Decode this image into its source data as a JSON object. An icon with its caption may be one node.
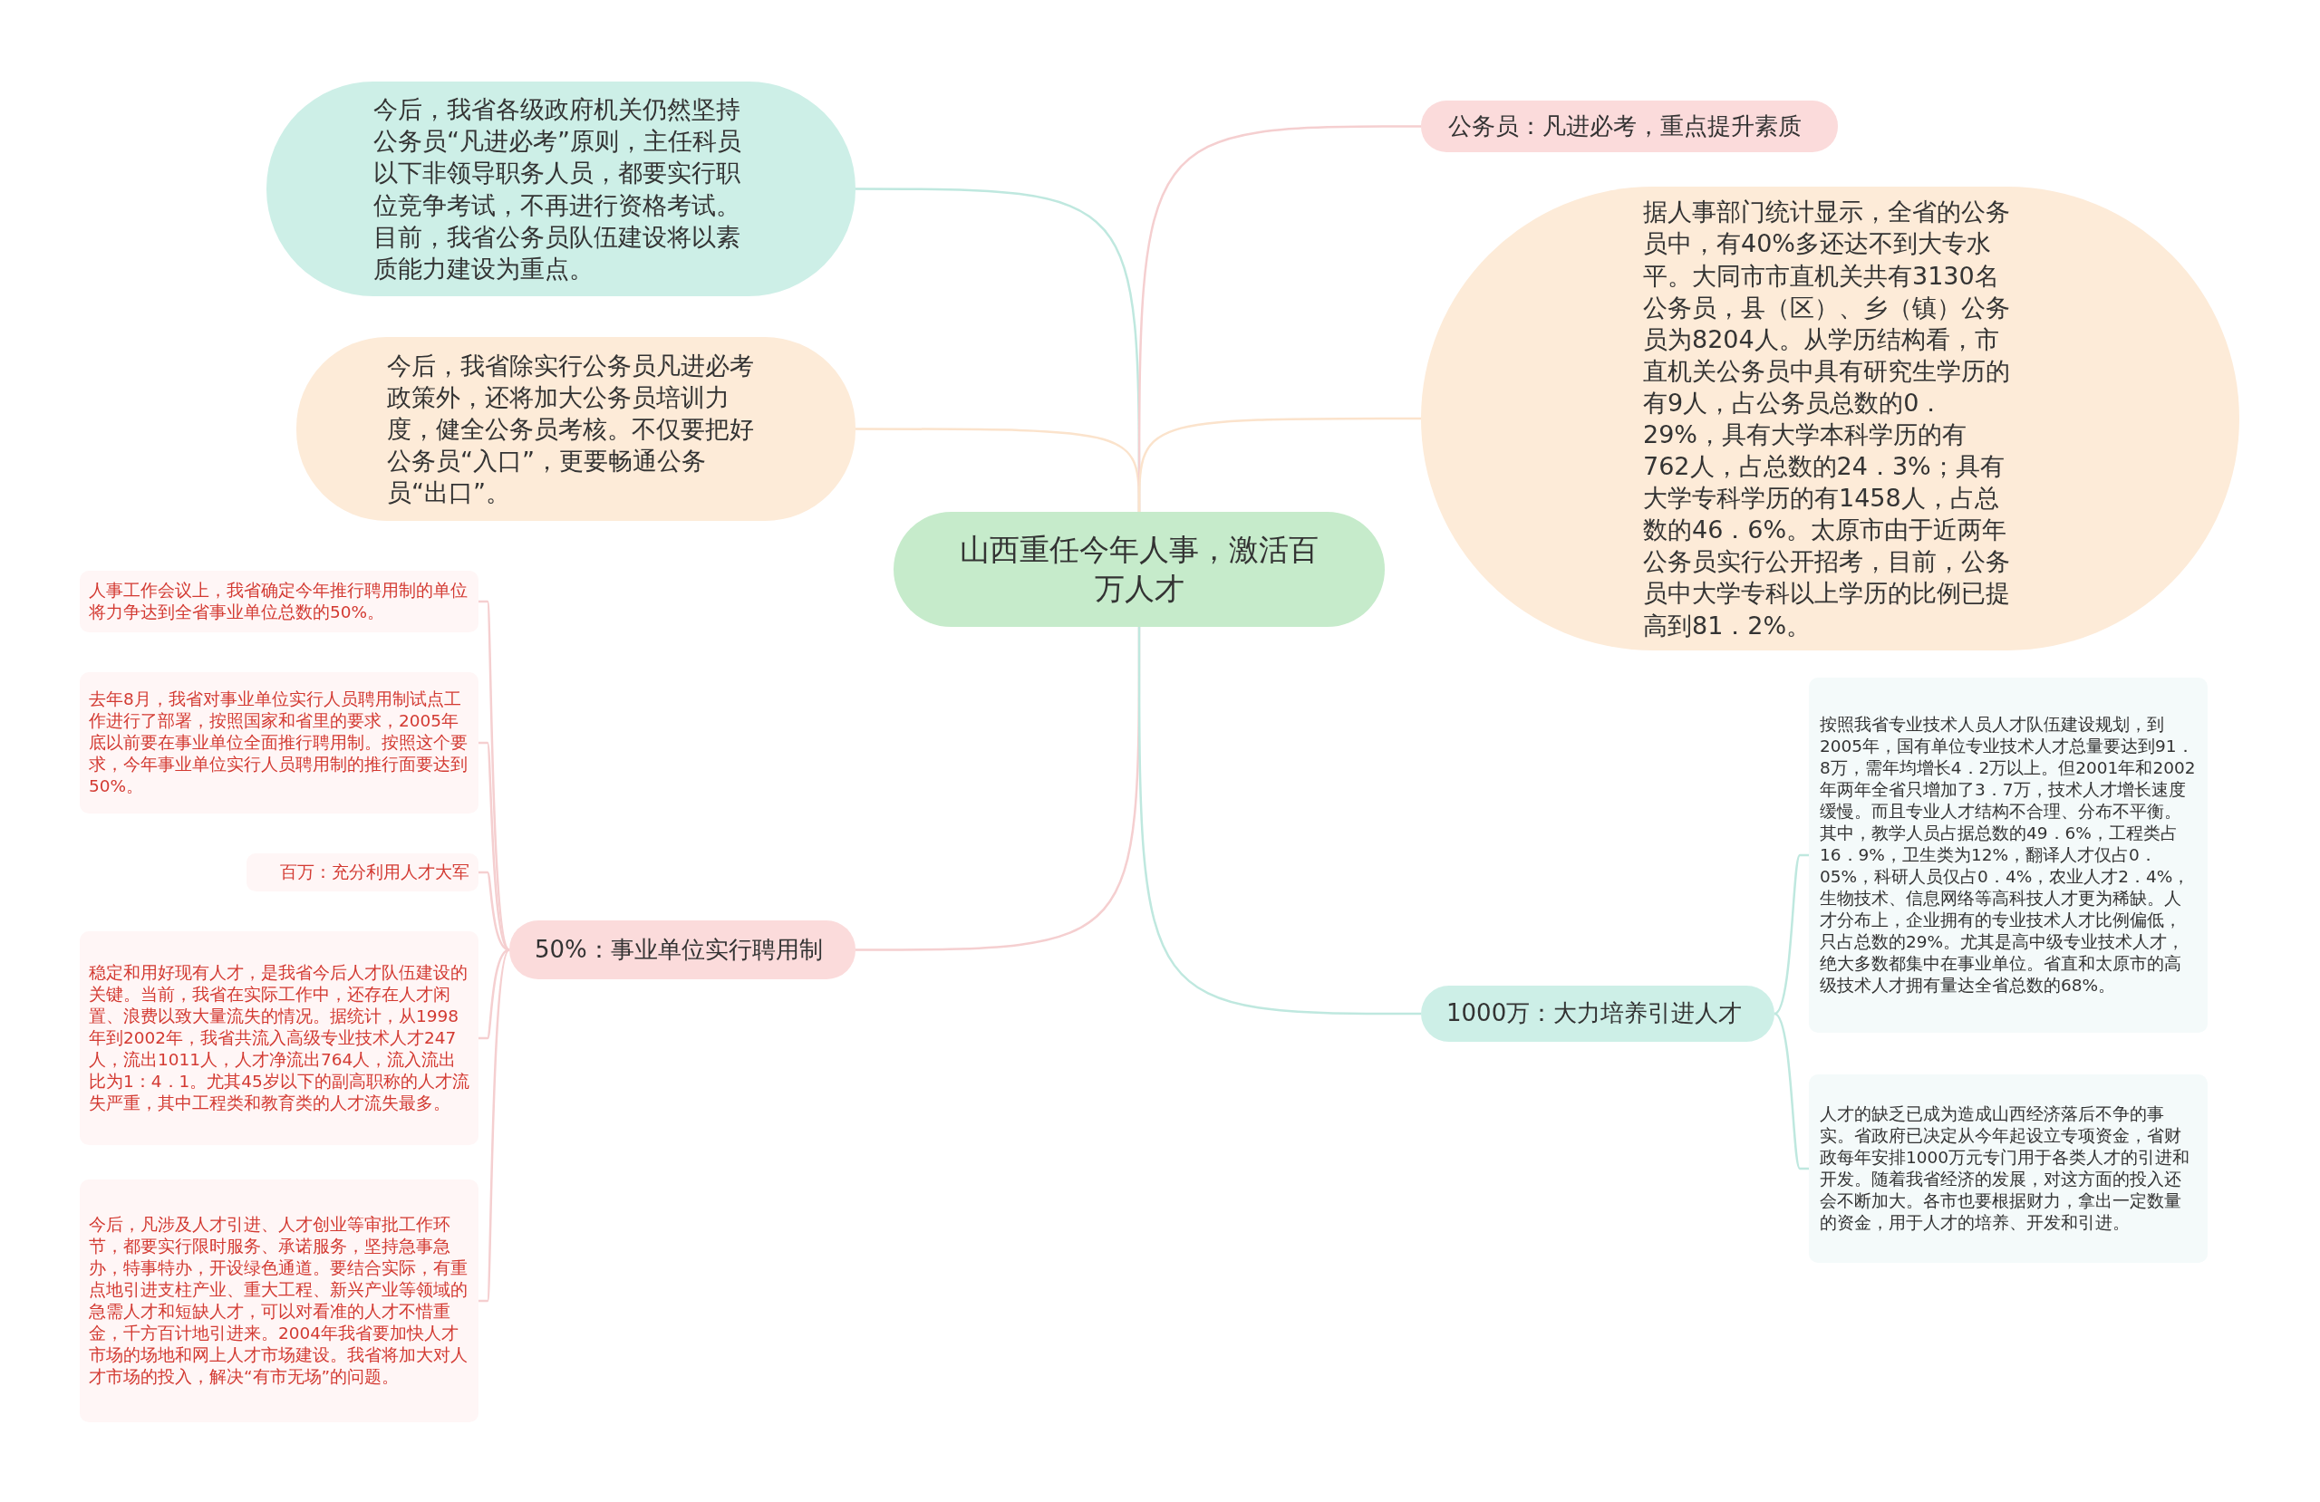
{
  "diagram": {
    "nodes": [
      {
        "text": [
          "山西重任今年人事，激活百万人才"
        ]
      },
      {
        "text": [
          "今后，我省各级政府机关仍然坚持公务员“凡进必考”原则，主任科员以下非领导职务人员，都要实行职位竞争考试，不再进行资格考试。目前，我省公务员队伍建设将以素质能力建设为重点。"
        ]
      },
      {
        "text": [
          "今后，我省除实行公务员凡进必考政策外，还将加大公务员培训力度，健全公务员考核。不仅要把好公务员“入口”，更要畅通公务员“出口”。"
        ]
      },
      {
        "text": [
          "公务员：凡进必考，重点提升素质"
        ]
      },
      {
        "text": [
          "据人事部门统计显示，全省的公务员中，有40%多还达不到大专水平。大同市市直机关共有3130名公务员，县（区）、乡（镇）公务员为8204人。从学历结构看，市直机关公务员中具有研究生学历的有9人，占公务员总数的0．29%，具有大学本科学历的有762人，占总数的24．3%；具有大学专科学历的有1458人，占总数的46．6%。太原市由于近两年公务员实行公开招考，目前，公务员中大学专科以上学历的比例已提高到81．2%。"
        ]
      },
      {
        "text": [
          "50%：事业单位实行聘用制"
        ]
      },
      {
        "text": [
          "人事工作会议上，我省确定今年推行聘用制的单位将力争达到全省事业单位总数的50%。"
        ]
      },
      {
        "text": [
          "去年8月，我省对事业单位实行人员聘用制试点工作进行了部署，按照国家和省里的要求，2005年底以前要在事业单位全面推行聘用制。按照这个要求，今年事业单位实行人员聘用制的推行面要达到50%。"
        ]
      },
      {
        "text": [
          "百万：充分利用人才大军"
        ]
      },
      {
        "text": [
          "稳定和用好现有人才，是我省今后人才队伍建设的关键。当前，我省在实际工作中，还存在人才闲置、浪费以致大量流失的情况。据统计，从1998年到2002年，我省共流入高级专业技术人才247人，流出1011人，人才净流出764人，流入流出比为1：4．1。尤其45岁以下的副高职称的人才流失严重，其中工程类和教育类的人才流失最多。"
        ]
      },
      {
        "text": [
          "今后，凡涉及人才引进、人才创业等审批工作环节，都要实行限时服务、承诺服务，坚持急事急办，特事特办，开设绿色通道。要结合实际，有重点地引进支柱产业、重大工程、新兴产业等领域的急需人才和短缺人才，可以对看准的人才不惜重金，千方百计地引进来。2004年我省要加快人才市场的场地和网上人才市场建设。我省将加大对人才市场的投入，解决“有市无场”的问题。"
        ]
      },
      {
        "text": [
          "1000万：大力培养引进人才"
        ]
      },
      {
        "text": [
          "按照我省专业技术人员人才队伍建设规划，到2005年，国有单位专业技术人才总量要达到91．8万，需年均增长4．2万以上。但2001年和2002年两年全省只增加了3．7万，技术人才增长速度缓慢。而且专业人才结构不合理、分布不平衡。其中，教学人员占据总数的49．6%，工程类占16．9%，卫生类为12%，翻译人才仅占0．05%，科研人员仅占0．4%，农业人才2．4%，生物技术、信息网络等高科技人才更为稀缺。人才分布上，企业拥有的专业技术人才比例偏低，只占总数的29%。尤其是高中级专业技术人才，绝大多数都集中在事业单位。省直和太原市的高级技术人才拥有量达全省总数的68%。"
        ]
      },
      {
        "text": [
          "人才的缺乏已成为造成山西经济落后不争的事实。省政府已决定从今年起设立专项资金，省财政每年安排1000万元专门用于各类人才的引进和开发。随着我省经济的发展，对这方面的投入还会不断加大。各市也要根据财力，拿出一定数量的资金，用于人才的培养、开发和引进。"
        ]
      }
    ],
    "edges": [
      {
        "from": 0,
        "to": 1,
        "arrow": "none",
        "color": "#bfe8df"
      },
      {
        "from": 0,
        "to": 2,
        "arrow": "none",
        "color": "#fbe3cc"
      },
      {
        "from": 0,
        "to": 3,
        "arrow": "none"
      },
      {
        "from": 0,
        "to": 4,
        "arrow": "none",
        "color": "#fbe3cc"
      },
      {
        "from": 0,
        "to": 5,
        "arrow": "none"
      },
      {
        "from": 0,
        "to": 11,
        "arrow": "none",
        "color": "#bfe8df"
      },
      {
        "from": 5,
        "to": 6,
        "arrow": "none"
      },
      {
        "from": 5,
        "to": 7,
        "arrow": "none"
      },
      {
        "from": 5,
        "to": 8,
        "arrow": "none"
      },
      {
        "from": 5,
        "to": 9,
        "arrow": "none"
      },
      {
        "from": 5,
        "to": 10,
        "arrow": "none"
      },
      {
        "from": 11,
        "to": 12,
        "arrow": "none",
        "color": "#bfe8df"
      },
      {
        "from": 11,
        "to": 13,
        "arrow": "none",
        "color": "#bfe8df"
      }
    ]
  }
}
